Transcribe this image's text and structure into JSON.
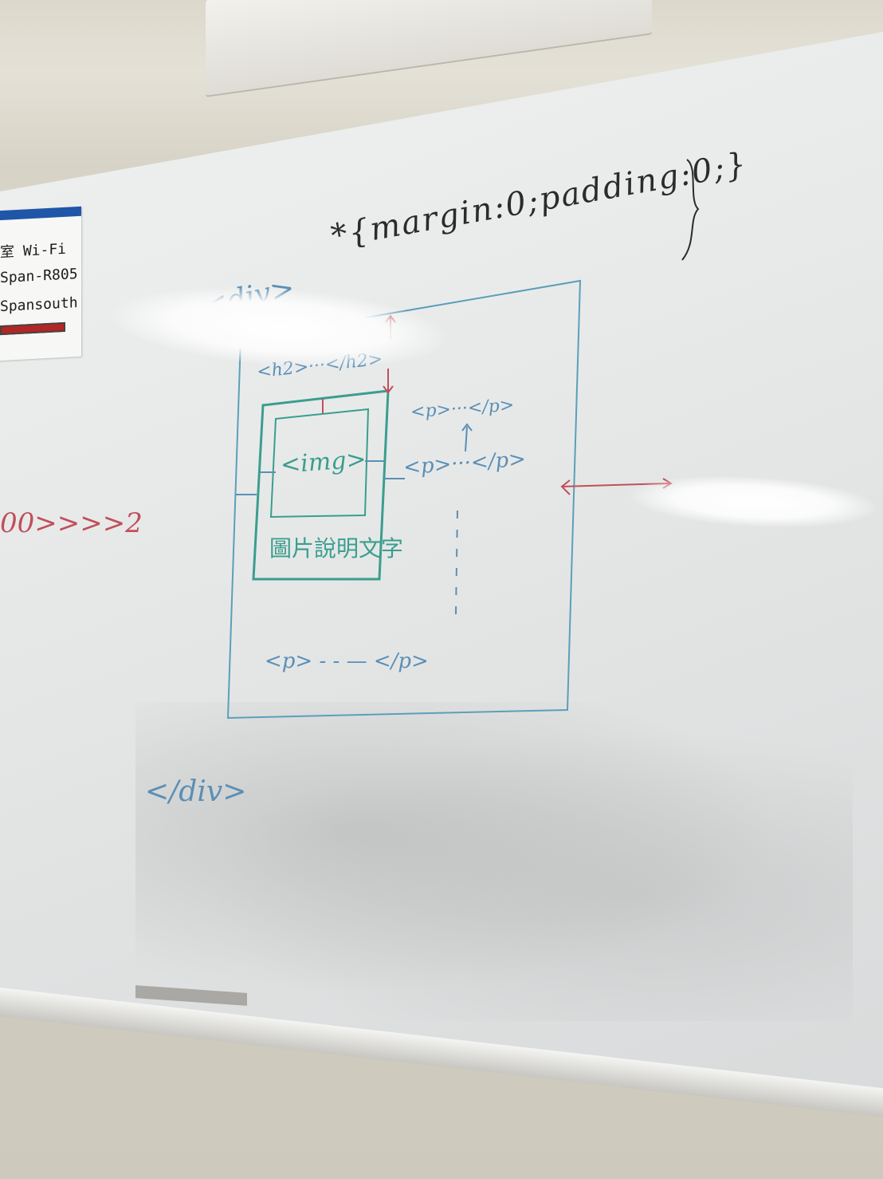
{
  "notice": {
    "line1": "室 Wi-Fi",
    "line2": "Span-R805",
    "line3": "Spansouth"
  },
  "board": {
    "css_rule": "*{margin:0;padding:0;}",
    "div_open": "<div>",
    "div_close": "</div>",
    "heading_tag": "<h2>···</h2>",
    "img_tag": "<img>",
    "caption": "圖片說明文字",
    "p_tag_1": "<p>···</p>",
    "p_tag_2": "<p>···</p>",
    "p_tag_3": "<p> - - — </p>",
    "red_note": "00>>>>2"
  },
  "colors": {
    "black_marker": "#2b2b2b",
    "blue_marker": "#5b8fb5",
    "green_marker": "#3a9e8e",
    "red_marker": "#c0505a",
    "notice_header": "#1f56a8"
  }
}
